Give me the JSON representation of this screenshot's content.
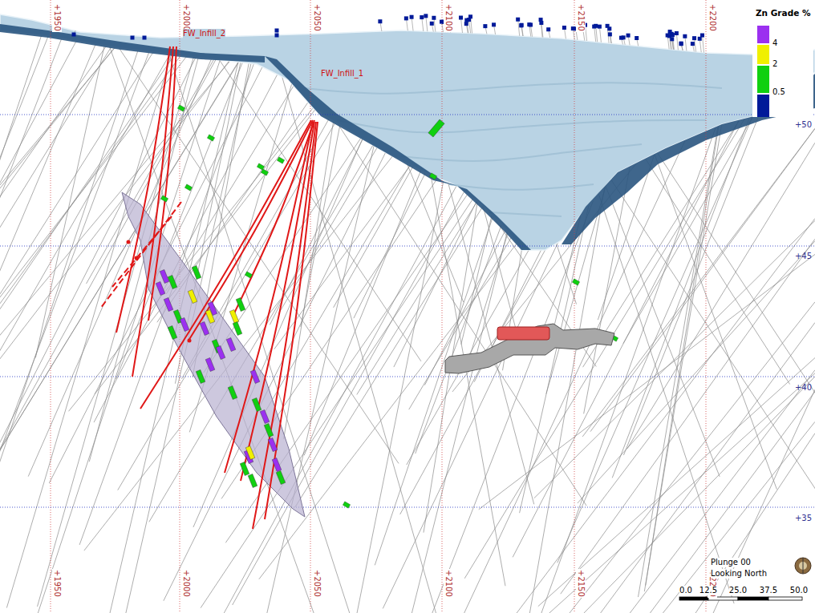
{
  "diagram": {
    "labels": [
      "+1950",
      "+2000",
      "+2050",
      "+2100",
      "+2150",
      "+2200",
      "+1950",
      "+2000",
      "+2050",
      "+2100",
      "+2150",
      "+2200",
      "+50",
      "+45",
      "+40",
      "+35",
      "FW_Infill_2",
      "FW_Infill_1",
      "Zn Grade %",
      "Plunge 00",
      "Looking North",
      "0.0",
      "12.5",
      "25.0",
      "37.5",
      "50.0"
    ],
    "legend": [
      {
        "text": "4",
        "color": "#9b30f0"
      },
      {
        "text": "2",
        "color": "#f0f000"
      },
      {
        "text": "0.5",
        "color": "#10d010"
      }
    ]
  }
}
